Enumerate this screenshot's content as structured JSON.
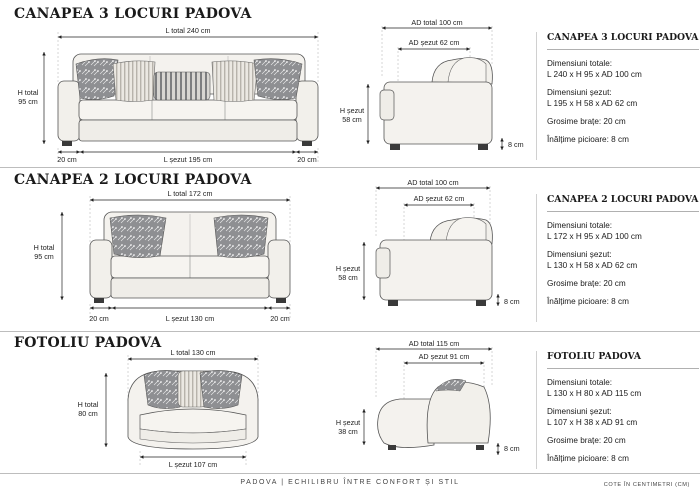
{
  "sections": [
    {
      "title": "CANAPEA 3 LOCURI PADOVA",
      "front": {
        "l_total": "L total 240 cm",
        "h_total_1": "H total",
        "h_total_2": "95 cm",
        "arm_left": "20 cm",
        "l_seat": "L șezut 195 cm",
        "arm_right": "20 cm"
      },
      "side": {
        "ad_total": "AD total 100 cm",
        "ad_seat": "AD șezut 62 cm",
        "h_seat_1": "H șezut",
        "h_seat_2": "58 cm",
        "legs": "8 cm"
      },
      "spec": {
        "title": "CANAPEA 3 LOCURI PADOVA",
        "total_label": "Dimensiuni totale:",
        "total_value": "L 240 x H 95 x AD 100 cm",
        "seat_label": "Dimensiuni șezut:",
        "seat_value": "L 195 x H 58 x AD 62 cm",
        "arm": "Grosime brațe: 20 cm",
        "legs": "Înălțime picioare: 8 cm"
      }
    },
    {
      "title": "CANAPEA 2 LOCURI PADOVA",
      "front": {
        "l_total": "L total 172 cm",
        "h_total_1": "H total",
        "h_total_2": "95 cm",
        "arm_left": "20 cm",
        "l_seat": "L șezut 130 cm",
        "arm_right": "20 cm"
      },
      "side": {
        "ad_total": "AD total 100 cm",
        "ad_seat": "AD șezut 62 cm",
        "h_seat_1": "H șezut",
        "h_seat_2": "58 cm",
        "legs": "8 cm"
      },
      "spec": {
        "title": "CANAPEA 2 LOCURI PADOVA",
        "total_label": "Dimensiuni totale:",
        "total_value": "L 172 x H 95 x AD 100 cm",
        "seat_label": "Dimensiuni șezut:",
        "seat_value": "L 130 x H 58 x AD 62 cm",
        "arm": "Grosime brațe: 20 cm",
        "legs": "Înălțime picioare: 8 cm"
      }
    },
    {
      "title": "FOTOLIU PADOVA",
      "front": {
        "l_total": "L total 130 cm",
        "h_total_1": "H total",
        "h_total_2": "80 cm",
        "l_seat": "L șezut 107 cm"
      },
      "side": {
        "ad_total": "AD total 115 cm",
        "ad_seat": "AD șezut 91 cm",
        "h_seat_1": "H șezut",
        "h_seat_2": "38 cm",
        "legs": "8 cm"
      },
      "spec": {
        "title": "FOTOLIU PADOVA",
        "total_label": "Dimensiuni totale:",
        "total_value": "L 130 x H 80 x AD 115 cm",
        "seat_label": "Dimensiuni șezut:",
        "seat_value": "L 107 x H 38 x AD 91 cm",
        "arm": "Grosime brațe: 20 cm",
        "legs": "Înălțime picioare: 8 cm"
      }
    }
  ],
  "footer": {
    "center": "PADOVA   |   ECHILIBRU ÎNTRE CONFORT ȘI STIL",
    "right": "COTE ÎN CENTIMETRI (CM)"
  },
  "colors": {
    "fabric": "#f4f2ee",
    "cushion_dark": "#8e8f92",
    "outline": "#555555",
    "legs": "#3a3a3a"
  }
}
